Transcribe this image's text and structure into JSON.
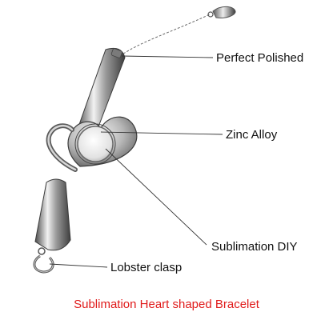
{
  "callouts": {
    "polished": "Perfect Polished",
    "zinc": "Zinc Alloy",
    "diy": "Sublimation DIY",
    "lobster": "Lobster clasp"
  },
  "caption": {
    "text": "Sublimation Heart shaped Bracelet",
    "color": "#e01b1b"
  },
  "colors": {
    "background": "#ffffff",
    "metal_light": "#eeeeee",
    "metal_dark": "#555555",
    "leader_line": "#333333",
    "label_text": "#111111"
  }
}
